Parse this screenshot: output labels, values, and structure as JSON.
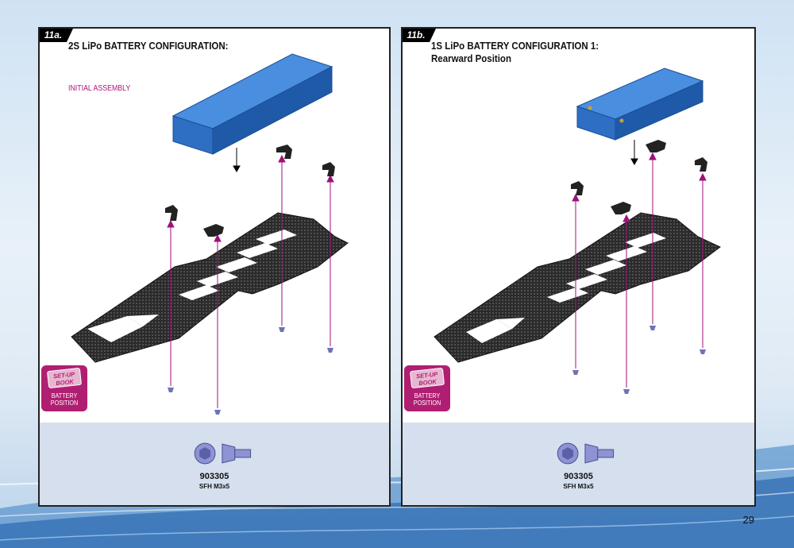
{
  "page_number": "29",
  "panels": [
    {
      "step": "11a.",
      "title": "2S LiPo BATTERY CONFIGURATION:",
      "subtitle": "",
      "note": "INITIAL ASSEMBLY",
      "setup_book": {
        "book": "SET-UP BOOK",
        "label_line1": "BATTERY",
        "label_line2": "POSITION"
      },
      "part": {
        "code": "903305",
        "desc": "SFH M3x5"
      }
    },
    {
      "step": "11b.",
      "title": "1S LiPo BATTERY CONFIGURATION 1:",
      "subtitle": "Rearward Position",
      "note": "",
      "setup_book": {
        "book": "SET-UP BOOK",
        "label_line1": "BATTERY",
        "label_line2": "POSITION"
      },
      "part": {
        "code": "903305",
        "desc": "SFH M3x5"
      }
    }
  ],
  "colors": {
    "accent_pink": "#b0137a",
    "battery_blue": "#2f74d0",
    "chassis": "#2b2b2b",
    "parts_bg": "#d5dfee"
  }
}
